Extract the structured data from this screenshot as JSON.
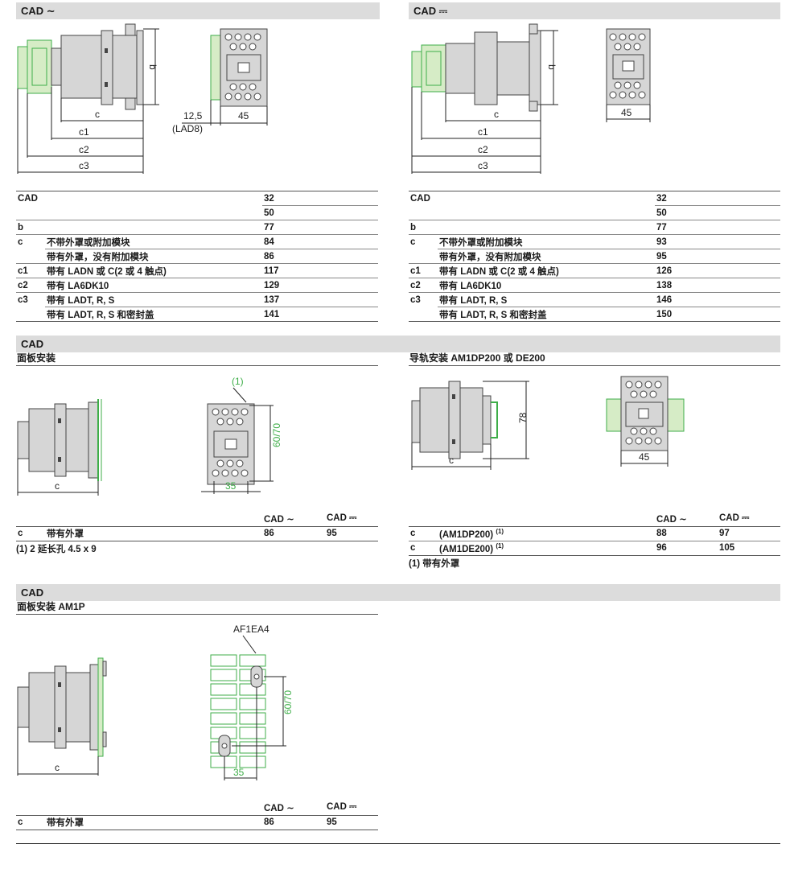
{
  "sec1": {
    "left_title": "CAD ∼",
    "right_title": "CAD ⎓",
    "left_fig": {
      "b": "b",
      "c": "c",
      "c1": "c1",
      "c2": "c2",
      "c3": "c3",
      "lad_dim": "12,5",
      "lad_label": "(LAD8)",
      "w45": "45"
    },
    "right_fig": {
      "b": "b",
      "c": "c",
      "c1": "c1",
      "c2": "c2",
      "c3": "c3",
      "w45": "45"
    },
    "left_table": {
      "head": "CAD",
      "rows": [
        {
          "k": "",
          "d": "",
          "v": "32"
        },
        {
          "k": "",
          "d": "",
          "v": "50"
        },
        {
          "k": "b",
          "d": "",
          "v": "77"
        },
        {
          "k": "c",
          "d": "不带外罩或附加模块",
          "v": "84"
        },
        {
          "k": "",
          "d": "带有外罩，没有附加模块",
          "v": "86"
        },
        {
          "k": "c1",
          "d": "带有 LADN 或 C(2 或 4 触点)",
          "v": "117"
        },
        {
          "k": "c2",
          "d": "带有 LA6DK10",
          "v": "129"
        },
        {
          "k": "c3",
          "d": "带有 LADT, R, S",
          "v": "137"
        },
        {
          "k": "",
          "d": "带有 LADT, R, S 和密封盖",
          "v": "141"
        }
      ]
    },
    "right_table": {
      "head": "CAD",
      "rows": [
        {
          "k": "",
          "d": "",
          "v": "32"
        },
        {
          "k": "",
          "d": "",
          "v": "50"
        },
        {
          "k": "b",
          "d": "",
          "v": "77"
        },
        {
          "k": "c",
          "d": "不带外罩或附加模块",
          "v": "93"
        },
        {
          "k": "",
          "d": "带有外罩，没有附加模块",
          "v": "95"
        },
        {
          "k": "c1",
          "d": "带有 LADN 或 C(2 或 4 触点)",
          "v": "126"
        },
        {
          "k": "c2",
          "d": "带有 LA6DK10",
          "v": "138"
        },
        {
          "k": "c3",
          "d": "带有 LADT, R, S",
          "v": "146"
        },
        {
          "k": "",
          "d": "带有 LADT, R, S 和密封盖",
          "v": "150"
        }
      ]
    }
  },
  "sec2": {
    "title": "CAD",
    "left_sub": "面板安装",
    "right_sub": "导轨安装 AM1DP200 或 DE200",
    "left_fig": {
      "c": "c",
      "note": "(1)",
      "h": "60/70",
      "w": "35"
    },
    "right_fig": {
      "c": "c",
      "h": "78",
      "w45": "45"
    },
    "left_table": {
      "col1": "CAD ∼",
      "col2": "CAD ⎓",
      "rows": [
        {
          "k": "c",
          "d": "带有外罩",
          "v1": "86",
          "v2": "95"
        }
      ],
      "note": "(1) 2 延长孔 4.5 x 9"
    },
    "right_table": {
      "col1": "CAD ∼",
      "col2": "CAD ⎓",
      "rows": [
        {
          "k": "c",
          "d": "(AM1DP200)",
          "sup": "(1)",
          "v1": "88",
          "v2": "97"
        },
        {
          "k": "c",
          "d": "(AM1DE200)",
          "sup": "(1)",
          "v1": "96",
          "v2": "105"
        }
      ],
      "note": "(1) 带有外罩"
    }
  },
  "sec3": {
    "title": "CAD",
    "sub": "面板安装 AM1P",
    "fig": {
      "c": "c",
      "part": "AF1EA4",
      "h": "60/70",
      "w": "35"
    },
    "table": {
      "col1": "CAD ∼",
      "col2": "CAD ⎓",
      "rows": [
        {
          "k": "c",
          "d": "带有外罩",
          "v1": "86",
          "v2": "95"
        }
      ]
    }
  },
  "colors": {
    "header_bg": "#dcdcdc",
    "green": "#3fae49",
    "green_fill": "#d6ecc6",
    "body_gray": "#d6d6d6"
  }
}
